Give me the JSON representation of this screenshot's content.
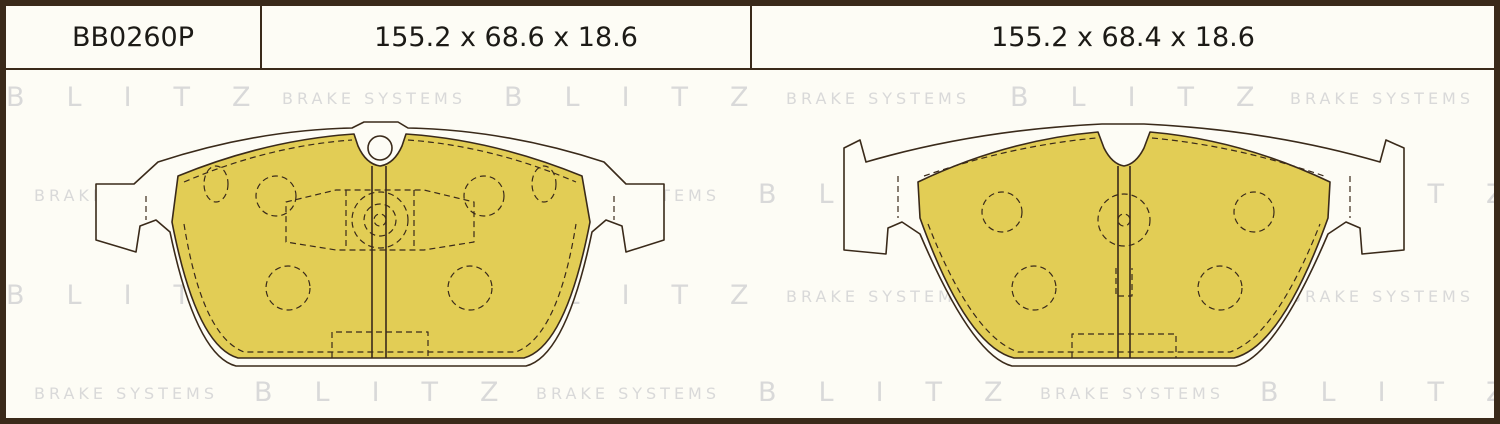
{
  "header": {
    "part_number": "BB0260P",
    "dimensions_left": "155.2 x 68.6 x 18.6",
    "dimensions_right": "155.2 x 68.4 x 18.6"
  },
  "watermark": {
    "blitz": "BLITZ",
    "brake": "BRAKE SYSTEMS"
  },
  "colors": {
    "frame": "#3a2a1a",
    "background": "#fdfcf5",
    "pad_friction": "#e2cd55",
    "outline": "#3a2a1a",
    "watermark": "#d9d9d9"
  }
}
